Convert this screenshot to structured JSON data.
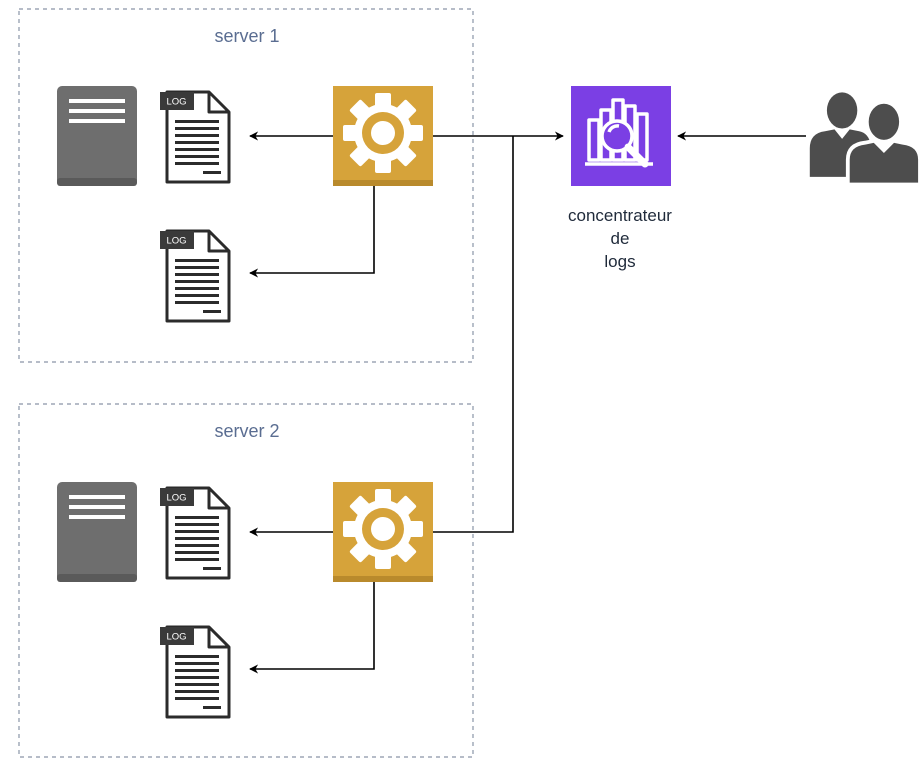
{
  "groups": [
    {
      "title": "server 1"
    },
    {
      "title": "server 2"
    }
  ],
  "concentrator": {
    "label_lines": [
      "concentrateur",
      "de",
      "logs"
    ]
  },
  "log_badge_text": "LOG",
  "colors": {
    "group_border": "#8a95a8",
    "group_title": "#5a6d91",
    "server": "#6e6e6e",
    "gear_bg": "#d6a33a",
    "gear_fg": "#ffffff",
    "concentrator_bg": "#7b3fe4",
    "users": "#4d4d4d",
    "arrows": "#000000"
  },
  "icons": [
    "server-icon",
    "log-file-icon",
    "gear-icon",
    "log-analytics-icon",
    "users-icon"
  ]
}
